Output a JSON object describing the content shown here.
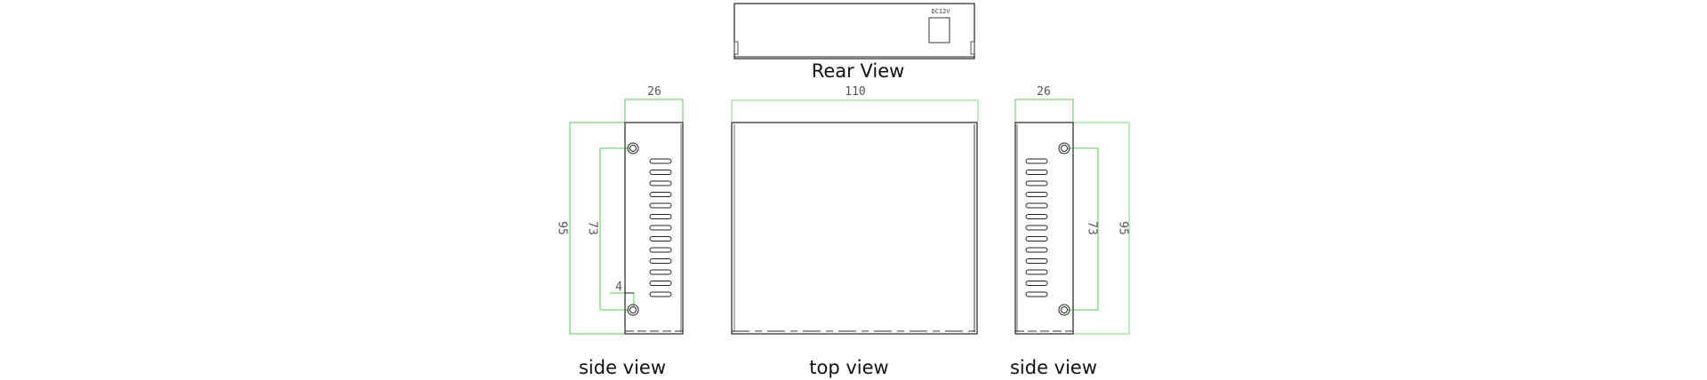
{
  "drawing": {
    "colors": {
      "outline": "#222222",
      "dimension": "#55cc55",
      "dim_text": "#555555"
    },
    "rear_view": {
      "caption": "Rear View",
      "port_label": "DC12V"
    },
    "top_view": {
      "caption": "top view",
      "width_dim": "110"
    },
    "side_view_left": {
      "caption": "side view",
      "width_dim": "26",
      "height_dim": "95",
      "hole_spacing_dim": "73",
      "hole_offset_dim": "4",
      "vent_slots": 13
    },
    "side_view_right": {
      "caption": "side view",
      "width_dim": "26",
      "height_dim": "95",
      "hole_spacing_dim": "73",
      "vent_slots": 13
    }
  }
}
